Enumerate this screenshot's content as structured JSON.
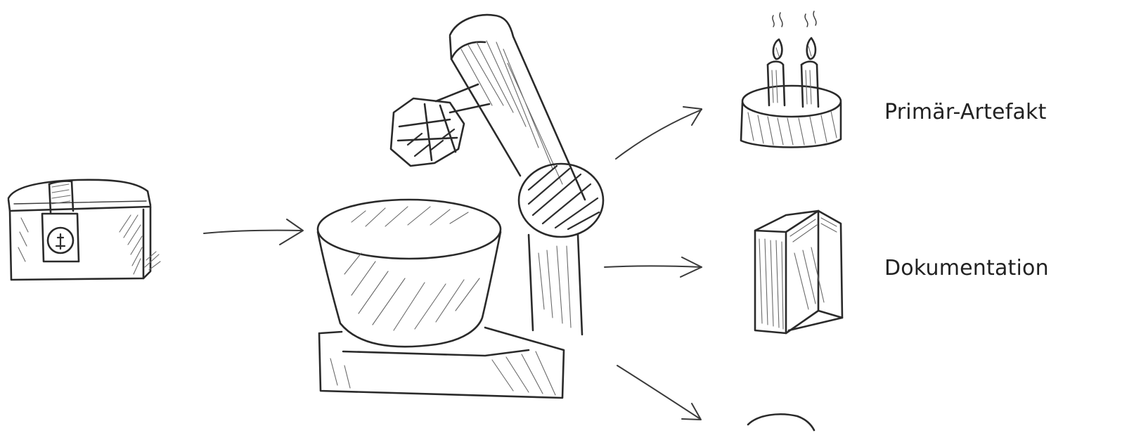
{
  "outputs": {
    "primary_artifact": "Primär-Artefakt",
    "documentation": "Dokumentation"
  },
  "colors": {
    "ink": "#2a2a2a",
    "pencil_shade": "#6a6a6a",
    "paper": "#ffffff"
  },
  "icons": {
    "input": "treasure-chest-icon",
    "process": "stand-mixer-icon",
    "output_1": "cake-with-candles-icon",
    "output_2": "book-icon",
    "output_3": "partially-visible-round-object"
  }
}
